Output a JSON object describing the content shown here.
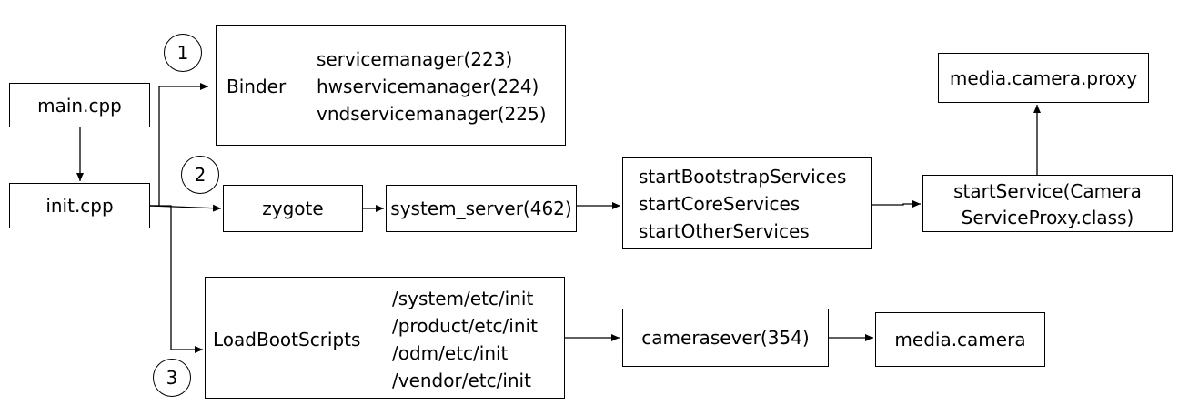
{
  "nodes": {
    "main_cpp": "main.cpp",
    "init_cpp": "init.cpp",
    "binder": {
      "label": "Binder",
      "items": [
        "servicemanager(223)",
        "hwservicemanager(224)",
        "vndservicemanager(225)"
      ]
    },
    "zygote": "zygote",
    "system_server": "system_server(462)",
    "start_services": [
      "startBootstrapServices",
      "startCoreServices",
      "startOtherServices"
    ],
    "start_service_camera": [
      "startService(Camera",
      "ServiceProxy.class)"
    ],
    "media_camera_proxy": "media.camera.proxy",
    "load_boot_scripts": {
      "label": "LoadBootScripts",
      "paths": [
        "/system/etc/init",
        "/product/etc/init",
        "/odm/etc/init",
        "/vendor/etc/init"
      ]
    },
    "cameraserver": "camerasever(354)",
    "media_camera": "media.camera"
  },
  "markers": [
    "1",
    "2",
    "3"
  ]
}
